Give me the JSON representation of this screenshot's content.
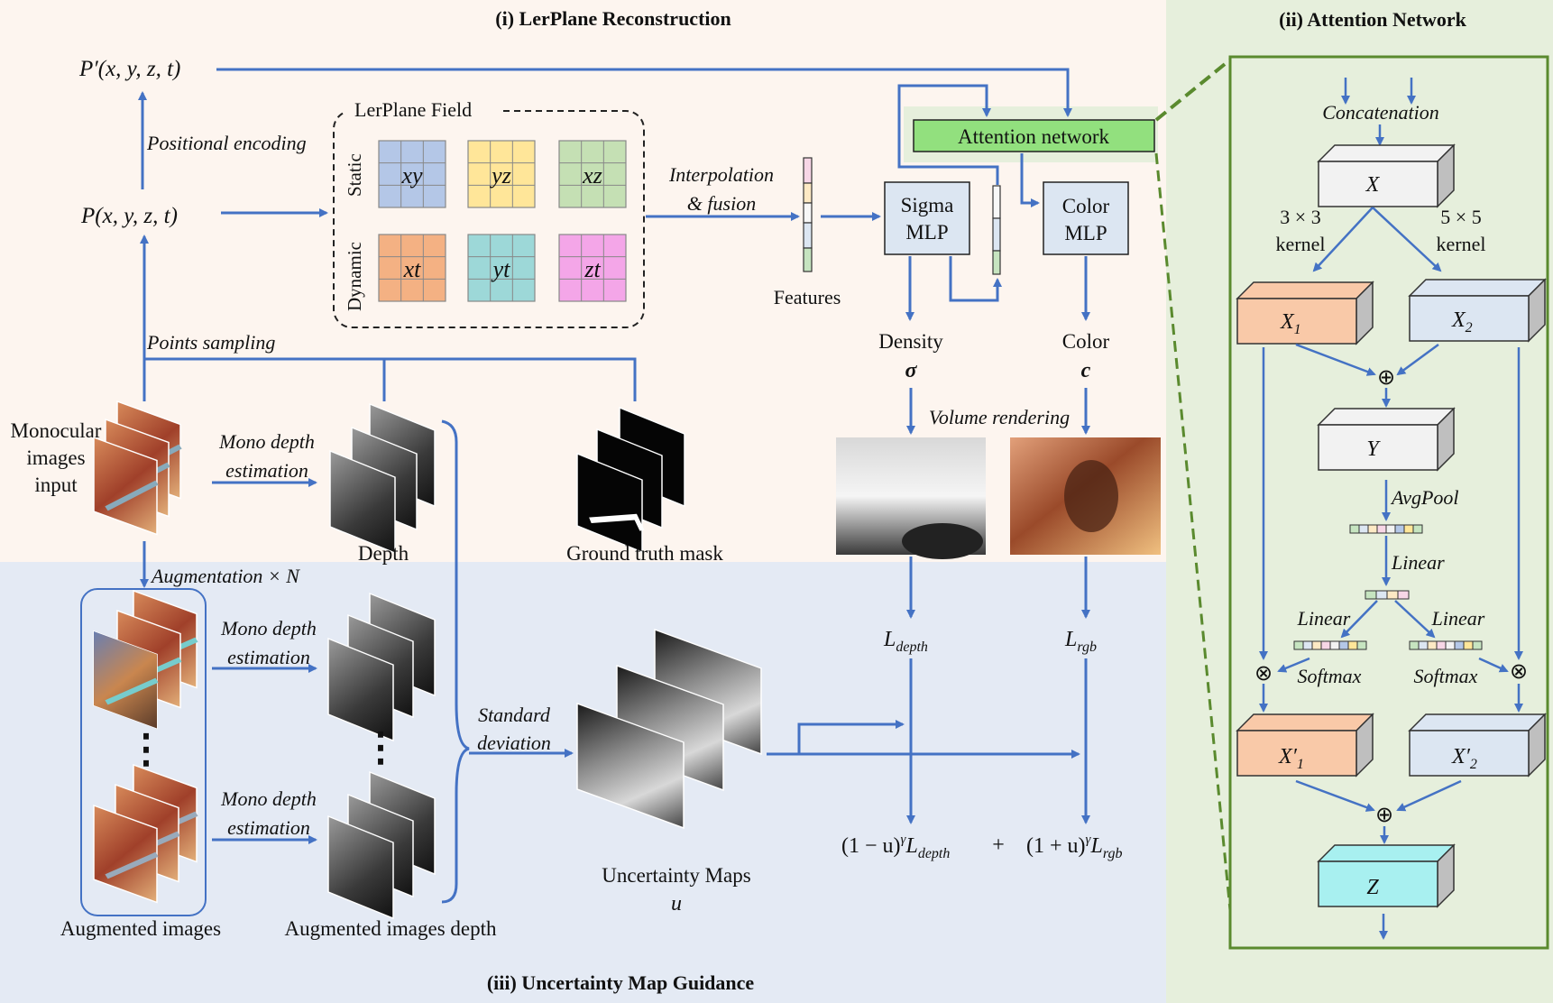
{
  "sections": {
    "lerplane_title": "(i) LerPlane Reconstruction",
    "attention_title": "(ii) Attention Network",
    "uncertainty_title": "(iii) Uncertainty Map Guidance"
  },
  "lerplane": {
    "p_prime": "P′(x, y, z, t)",
    "p": "P(x, y, z, t)",
    "positional_encoding": "Positional encoding",
    "points_sampling": "Points sampling",
    "field_title": "LerPlane Field",
    "static_label": "Static",
    "dynamic_label": "Dynamic",
    "planes": [
      "xy",
      "yz",
      "xz",
      "xt",
      "yt",
      "zt"
    ],
    "interp_line1": "Interpolation",
    "interp_line2": "& fusion",
    "features": "Features",
    "attention_box": "Attention network",
    "sigma_mlp_1": "Sigma",
    "sigma_mlp_2": "MLP",
    "color_mlp_1": "Color",
    "color_mlp_2": "MLP",
    "density": "Density",
    "density_sym": "σ",
    "color": "Color",
    "color_sym": "c",
    "volume_rendering": "Volume rendering",
    "mono_input_1": "Monocular",
    "mono_input_2": "images",
    "mono_input_3": "input",
    "mono_depth_1": "Mono depth",
    "mono_depth_2": "estimation",
    "depth": "Depth",
    "gt_mask": "Ground truth mask"
  },
  "uncertainty": {
    "augmentation": "Augmentation × N",
    "augmented_images": "Augmented images",
    "augmented_depth": "Augmented images depth",
    "std_1": "Standard",
    "std_2": "deviation",
    "maps": "Uncertainty Maps",
    "maps_sym": "u",
    "l_depth": "L",
    "l_depth_sub": "depth",
    "l_rgb": "L",
    "l_rgb_sub": "rgb",
    "formula_left": "(1 − u)",
    "formula_left_sub": "depth",
    "plus": "+",
    "formula_right": "(1 + u)",
    "formula_right_sub": "rgb",
    "gamma": "γ",
    "dots": "⋮"
  },
  "attention": {
    "concatenation": "Concatenation",
    "x": "X",
    "k3_1": "3 × 3",
    "k3_2": "kernel",
    "k5_1": "5 × 5",
    "k5_2": "kernel",
    "x1": "X",
    "x1_sub": "1",
    "x2": "X",
    "x2_sub": "2",
    "y": "Y",
    "avgpool": "AvgPool",
    "linear": "Linear",
    "softmax": "Softmax",
    "x1p": "X′",
    "x2p": "X′",
    "z": "Z",
    "oplus": "⊕",
    "otimes": "⊗"
  },
  "colors": {
    "arrow": "#4472c4",
    "lerplane_bg": "#fdf5ef",
    "uncertainty_bg": "#e4eaf4",
    "attention_bg": "#e6efdc",
    "attention_border": "#5a8a2e",
    "attention_box": "#92e07e",
    "orange": "#f9c9a8",
    "lightblue": "#dce6f2",
    "gray": "#f2f2f2",
    "cyan": "#a8f0f0"
  }
}
